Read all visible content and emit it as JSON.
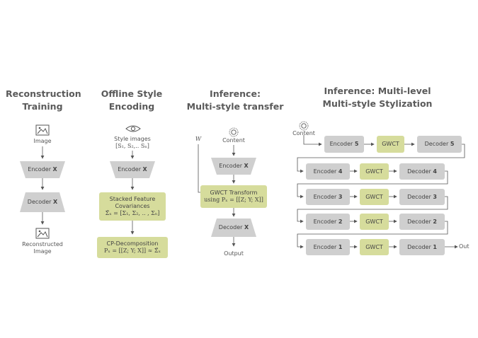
{
  "titles": {
    "col1": [
      "Reconstruction",
      "Training"
    ],
    "col2": [
      "Offline Style",
      "Encoding"
    ],
    "col3": [
      "Inference:",
      "Multi-style transfer"
    ],
    "col4": [
      "Inference: Multi-level",
      "Multi-style Stylization"
    ]
  },
  "col1": {
    "image_label": "Image",
    "encoder": {
      "text": "Encoder ",
      "bold": "X"
    },
    "decoder": {
      "text": "Decoder ",
      "bold": "X"
    },
    "output_label": [
      "Reconstructed",
      "Image"
    ]
  },
  "col2": {
    "style_label": "Style images",
    "style_set": "[S₁, S₂,.. Sₙ]",
    "encoder": {
      "text": "Encoder ",
      "bold": "X"
    },
    "stacked": [
      "Stacked Feature",
      "Covariances",
      "Σ̄ₓ = [Σ₁, Σ₂, .. , Σₙ]"
    ],
    "cp": [
      "CP-Decomposition",
      "Pₓ = [[Z; Y; X]]  ≈ Σ̄ₓ"
    ]
  },
  "col3": {
    "w_label": "W",
    "content_label": "Content",
    "encoder": {
      "text": "Encoder ",
      "bold": "X"
    },
    "gwct": [
      "GWCT Transform",
      "using Pₓ = [[Z; Y; X]]"
    ],
    "decoder": {
      "text": "Decoder ",
      "bold": "X"
    },
    "output_label": "Output"
  },
  "col4": {
    "content_label": "Content",
    "out_label": "Out",
    "gwct_label": "GWCT",
    "levels": [
      {
        "encoder": "Encoder ",
        "decoder": "Decoder ",
        "n": "5"
      },
      {
        "encoder": "Encoder ",
        "decoder": "Decoder ",
        "n": "4"
      },
      {
        "encoder": "Encoder ",
        "decoder": "Decoder ",
        "n": "3"
      },
      {
        "encoder": "Encoder ",
        "decoder": "Decoder ",
        "n": "2"
      },
      {
        "encoder": "Encoder ",
        "decoder": "Decoder ",
        "n": "1"
      }
    ]
  },
  "colors": {
    "gray_box": "#cfcfcf",
    "green_box": "#d6dc9c",
    "line": "#555555"
  }
}
